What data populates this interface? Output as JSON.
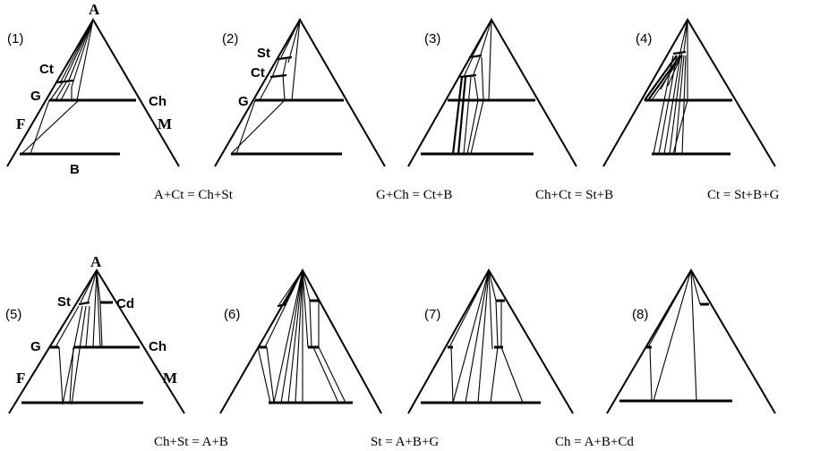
{
  "panels": [
    {
      "number": "(1)",
      "labels": {
        "apex": "A",
        "ct": "Ct",
        "g": "G",
        "ch": "Ch",
        "f": "F",
        "m": "M",
        "b": "B"
      },
      "reaction": "A+Ct = Ch+St"
    },
    {
      "number": "(2)",
      "labels": {
        "st": "St",
        "ct": "Ct",
        "g": "G"
      },
      "reaction": "G+Ch = Ct+B"
    },
    {
      "number": "(3)",
      "labels": {},
      "reaction": "Ch+Ct = St+B"
    },
    {
      "number": "(4)",
      "labels": {},
      "reaction": "Ct = St+B+G"
    },
    {
      "number": "(5)",
      "labels": {
        "apex": "A",
        "st": "St",
        "cd": "Cd",
        "g": "G",
        "ch": "Ch",
        "f": "F",
        "m": "M"
      },
      "reaction": "Ch+St = A+B"
    },
    {
      "number": "(6)",
      "labels": {},
      "reaction": "St = A+B+G"
    },
    {
      "number": "(7)",
      "labels": {},
      "reaction": "Ch = A+B+Cd"
    },
    {
      "number": "(8)",
      "labels": {},
      "reaction": ""
    }
  ]
}
